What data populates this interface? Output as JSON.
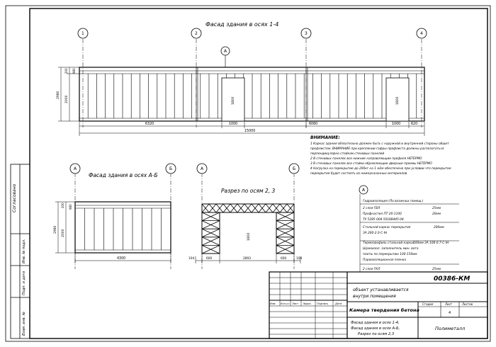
{
  "views": {
    "facade_1_4": "Фасад здания в осях 1-4",
    "facade_a_b": "Фасад здания в осях А-Б",
    "section_2_3": "Разрез по осям 2, 3"
  },
  "axes": {
    "a1": "1",
    "a2": "2",
    "a3": "3",
    "a4": "4",
    "aA": "А",
    "aB": "Б"
  },
  "dims": {
    "top_height": "2980",
    "top_h2": "2000",
    "top_h3": "200",
    "top_h4": "980",
    "span1": "6320",
    "span2": "1000",
    "span3": "6060",
    "span4": "1000",
    "span5": "620",
    "total": "15000",
    "door1": "1800",
    "door2": "1800",
    "left_height": "2980",
    "left_h2": "2000",
    "left_h3": "200",
    "left_h4": "980",
    "left_width": "4300",
    "sec_1": "104",
    "sec_2": "600",
    "sec_3": "2893",
    "sec_4": "600",
    "sec_5": "104",
    "sec_height": "1800"
  },
  "notes": {
    "title": "ВНИМАНИЕ:",
    "lines": [
      "1 Каркас здания обязательно должен быть с наружной и внутренней стороны обшит",
      "профлистом. ВНИМАНИЕ при креплении гофры профлиста должны располагаться",
      "перпендикулярно стойкам стеновых панелей",
      "2 В стеновых панелях все нижние направляющие профиля НЕТЕРМО",
      "3 В стеновых панелях все стойки обрамляющие дверные проемы НЕТЕРМО",
      "4 Нагрузка на перекрытие до 200кг на 1 м2м обеспечено при условии что перекрытие",
      "перекрытие будет состоять из нижеуказанных материалов"
    ]
  },
  "spec": {
    "marker": "А",
    "lines": [
      "Гидроизоляция (Ло влажных помещ.)",
      "2 слоя ГВЛ",
      "Профнастил ПТ-20-1100",
      "ТУ 5285-004-50188445-04",
      "Стальной каркас перекрытия",
      "ЗА 200-2.0-С-IН",
      "Термопрофиль стальной каркас",
      "Шумоизол. заполнитель мин. вата",
      "плиты по перекрытию 100-150мм",
      "Пароизоляционная пленка",
      "2 слоя ГКЛ"
    ],
    "values": [
      "",
      "25мм",
      "20мм",
      "",
      "200мм",
      "",
      "100мм ЗА 100-0.7-С-IН",
      "",
      "",
      "",
      "25мм"
    ]
  },
  "stamp": {
    "code": "00386-КМ",
    "object_line1": "объект устанавливается",
    "object_line2": "внутри помещения",
    "title": "Камера твердения бетона",
    "sheet_title_1": "Фасад здания в осях 1-4,",
    "sheet_title_2": "Фасад здания в осях А-Б,",
    "sheet_title_3": "Разрез по осям 2,3",
    "org": "Полиметалл",
    "col_headers": [
      "Изм.",
      "Кол.уч",
      "Лист",
      "№док.",
      "Подпись",
      "Дата"
    ],
    "stage_h": "Стадия",
    "sheet_h": "Лист",
    "sheets_h": "Листов",
    "sheet_no": "4"
  },
  "side": {
    "agreed": "Согласовано",
    "r1": "Инв. № подл.",
    "r2": "Подп. и дата",
    "r3": "Взам. инв. №"
  }
}
